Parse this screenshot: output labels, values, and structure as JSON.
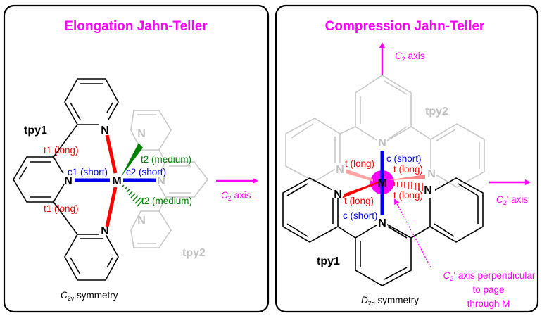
{
  "left_panel": {
    "title": "Elongation Jahn-Teller",
    "ligand1_label": "tpy1",
    "ligand2_label": "tpy2",
    "metal": "M",
    "nitrogen": "N",
    "bonds": {
      "t1_top": "t1 (long)",
      "t1_bottom": "t1 (long)",
      "c1": "c1 (short)",
      "c2": "c2 (short)",
      "t2_top": "t2 (medium)",
      "t2_bottom": "t2 (medium)"
    },
    "axis_label_main": "C",
    "axis_label_sub": "2",
    "axis_label_rest": " axis",
    "symmetry_main": "C",
    "symmetry_sub": "2v",
    "symmetry_rest": " symmetry"
  },
  "right_panel": {
    "title": "Compression Jahn-Teller",
    "ligand1_label": "tpy1",
    "ligand2_label": "tpy2",
    "metal": "M",
    "nitrogen": "N",
    "bonds": {
      "c_top": "c (short)",
      "c_bottom": "c (short)",
      "t_upper_left": "t (long)",
      "t_upper_right": "t (long)",
      "t_lower_left": "t (long)",
      "t_lower_right": "t (long)"
    },
    "vertical_axis_main": "C",
    "vertical_axis_sub": "2",
    "vertical_axis_rest": " axis",
    "horizontal_axis_main": "C",
    "horizontal_axis_sub": "2",
    "horizontal_axis_rest": "' axis",
    "perp_note_line1_main": "C",
    "perp_note_line1_sub": "2",
    "perp_note_line1_rest": "' axis perpendicular",
    "perp_note_line2": "to page",
    "perp_note_line3": "through M",
    "symmetry_main": "D",
    "symmetry_sub": "2d",
    "symmetry_rest": " symmetry"
  },
  "colors": {
    "accent": "#ff00ff",
    "long_bond": "#ff0000",
    "short_bond": "#0000ee",
    "medium_bond": "#008000",
    "faded_ligand": "#c8c8c8"
  }
}
